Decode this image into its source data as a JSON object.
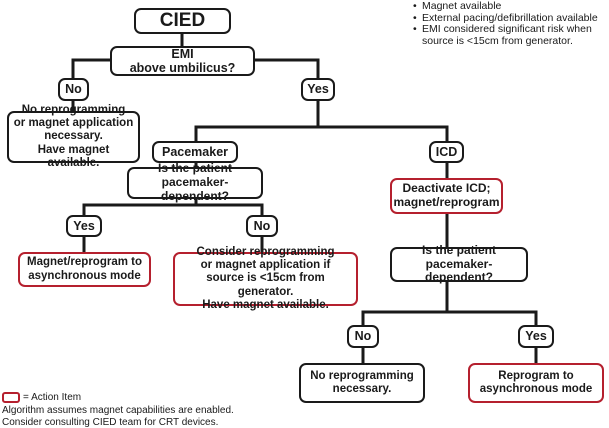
{
  "notes": [
    "Magnet available",
    "External pacing/defibrillation available",
    "EMI considered significant risk when source is <15cm from generator."
  ],
  "nodes": {
    "cied": "CIED",
    "emi_question": "EMI\nabove umbilicus?",
    "emi_no": "No",
    "emi_yes": "Yes",
    "no_action": "No reprogramming\nor magnet application\nnecessary.\nHave magnet available.",
    "pacemaker": "Pacemaker",
    "icd": "ICD",
    "pm_question": "Is the patient\npacemaker-dependent?",
    "deactivate_icd": "Deactivate ICD;\nmagnet/reprogram",
    "pm_yes": "Yes",
    "pm_no": "No",
    "icd_question": "Is the patient\npacemaker-dependent?",
    "magnet_async": "Magnet/reprogram to\nasynchronous mode",
    "consider_reprog": "Consider reprogramming\nor magnet application if\nsource is <15cm from generator.\nHave magnet available.",
    "icd_no": "No",
    "icd_yes": "Yes",
    "no_reprog": "No reprogramming\nnecessary.",
    "reprog_async": "Reprogram to\nasynchronous mode"
  },
  "legend": {
    "label": "= Action Item"
  },
  "footnotes": {
    "line1": "Algorithm assumes magnet capabilities are enabled.",
    "line2": "Consider consulting CIED team for CRT devices."
  },
  "colors": {
    "action_border": "#b5202e",
    "line": "#1a1a1a"
  }
}
